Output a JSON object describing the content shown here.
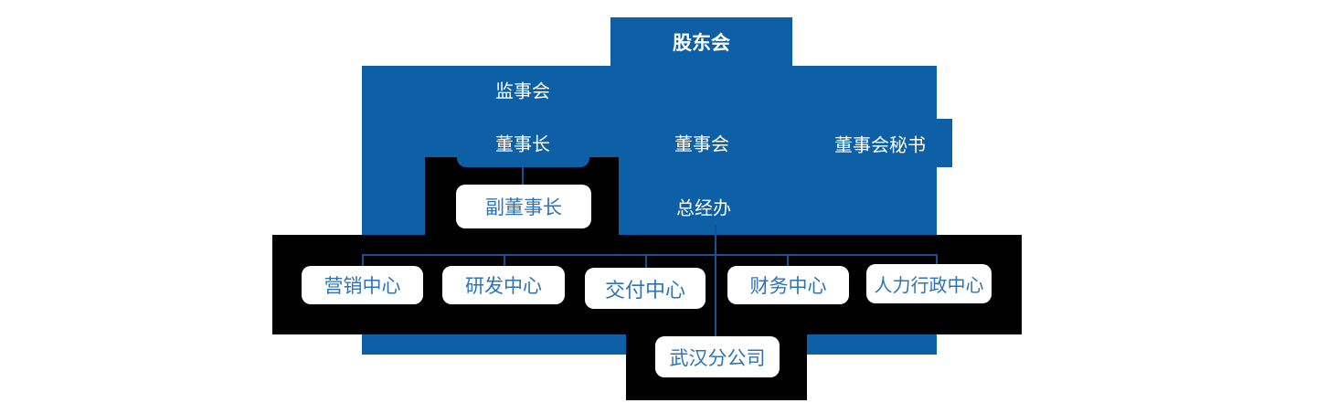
{
  "chart": {
    "type": "org-chart",
    "title": "company organization chart",
    "nodes": {
      "shareholders": "股东会",
      "supervisory_board": "监事会",
      "chairman": "董事长",
      "board_of_directors": "董事会",
      "board_secretary": "董事会秘书",
      "vice_chairman": "副董事长",
      "gm_office": "总经办",
      "marketing_center": "营销中心",
      "rd_center": "研发中心",
      "delivery_center": "交付中心",
      "finance_center": "财务中心",
      "hr_admin_center": "人力行政中心",
      "wuhan_branch": "武汉分公司"
    },
    "hierarchy": {
      "root": "shareholders",
      "level2": [
        "supervisory_board",
        "chairman",
        "board_of_directors",
        "board_secretary"
      ],
      "chairman_child": "vice_chairman",
      "gm_office_children": [
        "marketing_center",
        "rd_center",
        "delivery_center",
        "finance_center",
        "hr_admin_center",
        "wuhan_branch"
      ]
    },
    "colors": {
      "primary_blue": "#0d5fa6",
      "white_node_text": "#2e74b5",
      "connector": "#17518f",
      "overlay_panel": "#000000",
      "background": "#ffffff"
    }
  }
}
